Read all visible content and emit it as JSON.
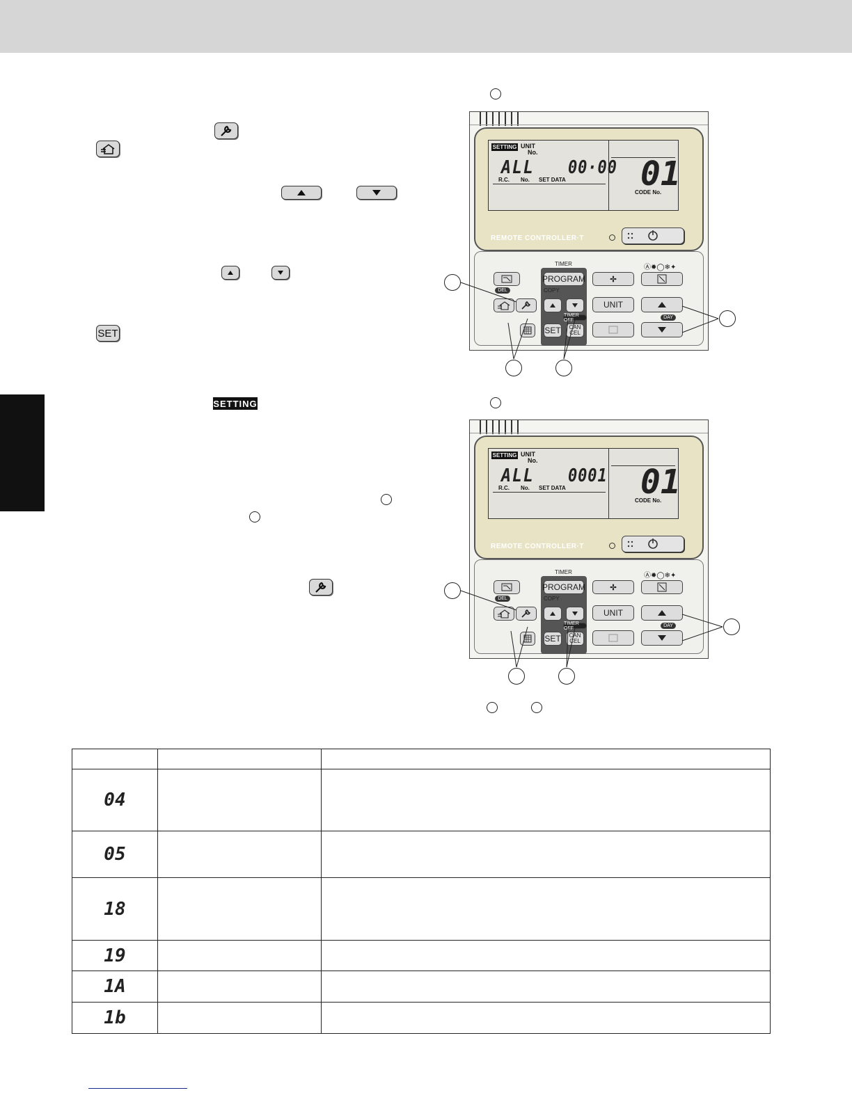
{
  "header": {
    "band_color": "#d6d6d6"
  },
  "icons": {
    "wrench": "wrench-icon",
    "house_vent": "house-ventilation-icon",
    "up_arrow": "up-arrow-icon",
    "down_arrow": "down-arrow-icon",
    "set_key_label": "SET",
    "setting_badge": "SETTING"
  },
  "remote_1": {
    "lcd": {
      "setting_tag": "SETTING",
      "unit_label": "UNIT",
      "unit_no": "No.",
      "unit_value": "ALL",
      "set_data_value": "00·00",
      "code_value": "01",
      "rc_label": "R.C.",
      "no_label": "No.",
      "set_data_label": "SET DATA",
      "code_no_label": "CODE No."
    },
    "brand": "REMOTE CONTROLLER·T",
    "buttons": {
      "timer": "TIMER",
      "program": "PROGRAM",
      "copy": "COPY",
      "unit": "UNIT",
      "set": "SET",
      "cancel": "CAN CEL",
      "timer_off": "TIMER OFF",
      "del": "DEL",
      "day": "DAY"
    }
  },
  "remote_2": {
    "lcd": {
      "setting_tag": "SETTING",
      "unit_label": "UNIT",
      "unit_no": "No.",
      "unit_value": "ALL",
      "set_data_value": "0001",
      "code_value": "01",
      "rc_label": "R.C.",
      "no_label": "No.",
      "set_data_label": "SET DATA",
      "code_no_label": "CODE No."
    },
    "brand": "REMOTE CONTROLLER·T",
    "buttons": {
      "timer": "TIMER",
      "program": "PROGRAM",
      "copy": "COPY",
      "unit": "UNIT",
      "set": "SET",
      "cancel": "CAN CEL",
      "timer_off": "TIMER OFF",
      "del": "DEL",
      "day": "DAY"
    }
  },
  "table": {
    "rows": [
      {
        "code": "04"
      },
      {
        "code": "05"
      },
      {
        "code": "18"
      },
      {
        "code": "19"
      },
      {
        "code": "1A"
      },
      {
        "code": "1b"
      }
    ]
  }
}
